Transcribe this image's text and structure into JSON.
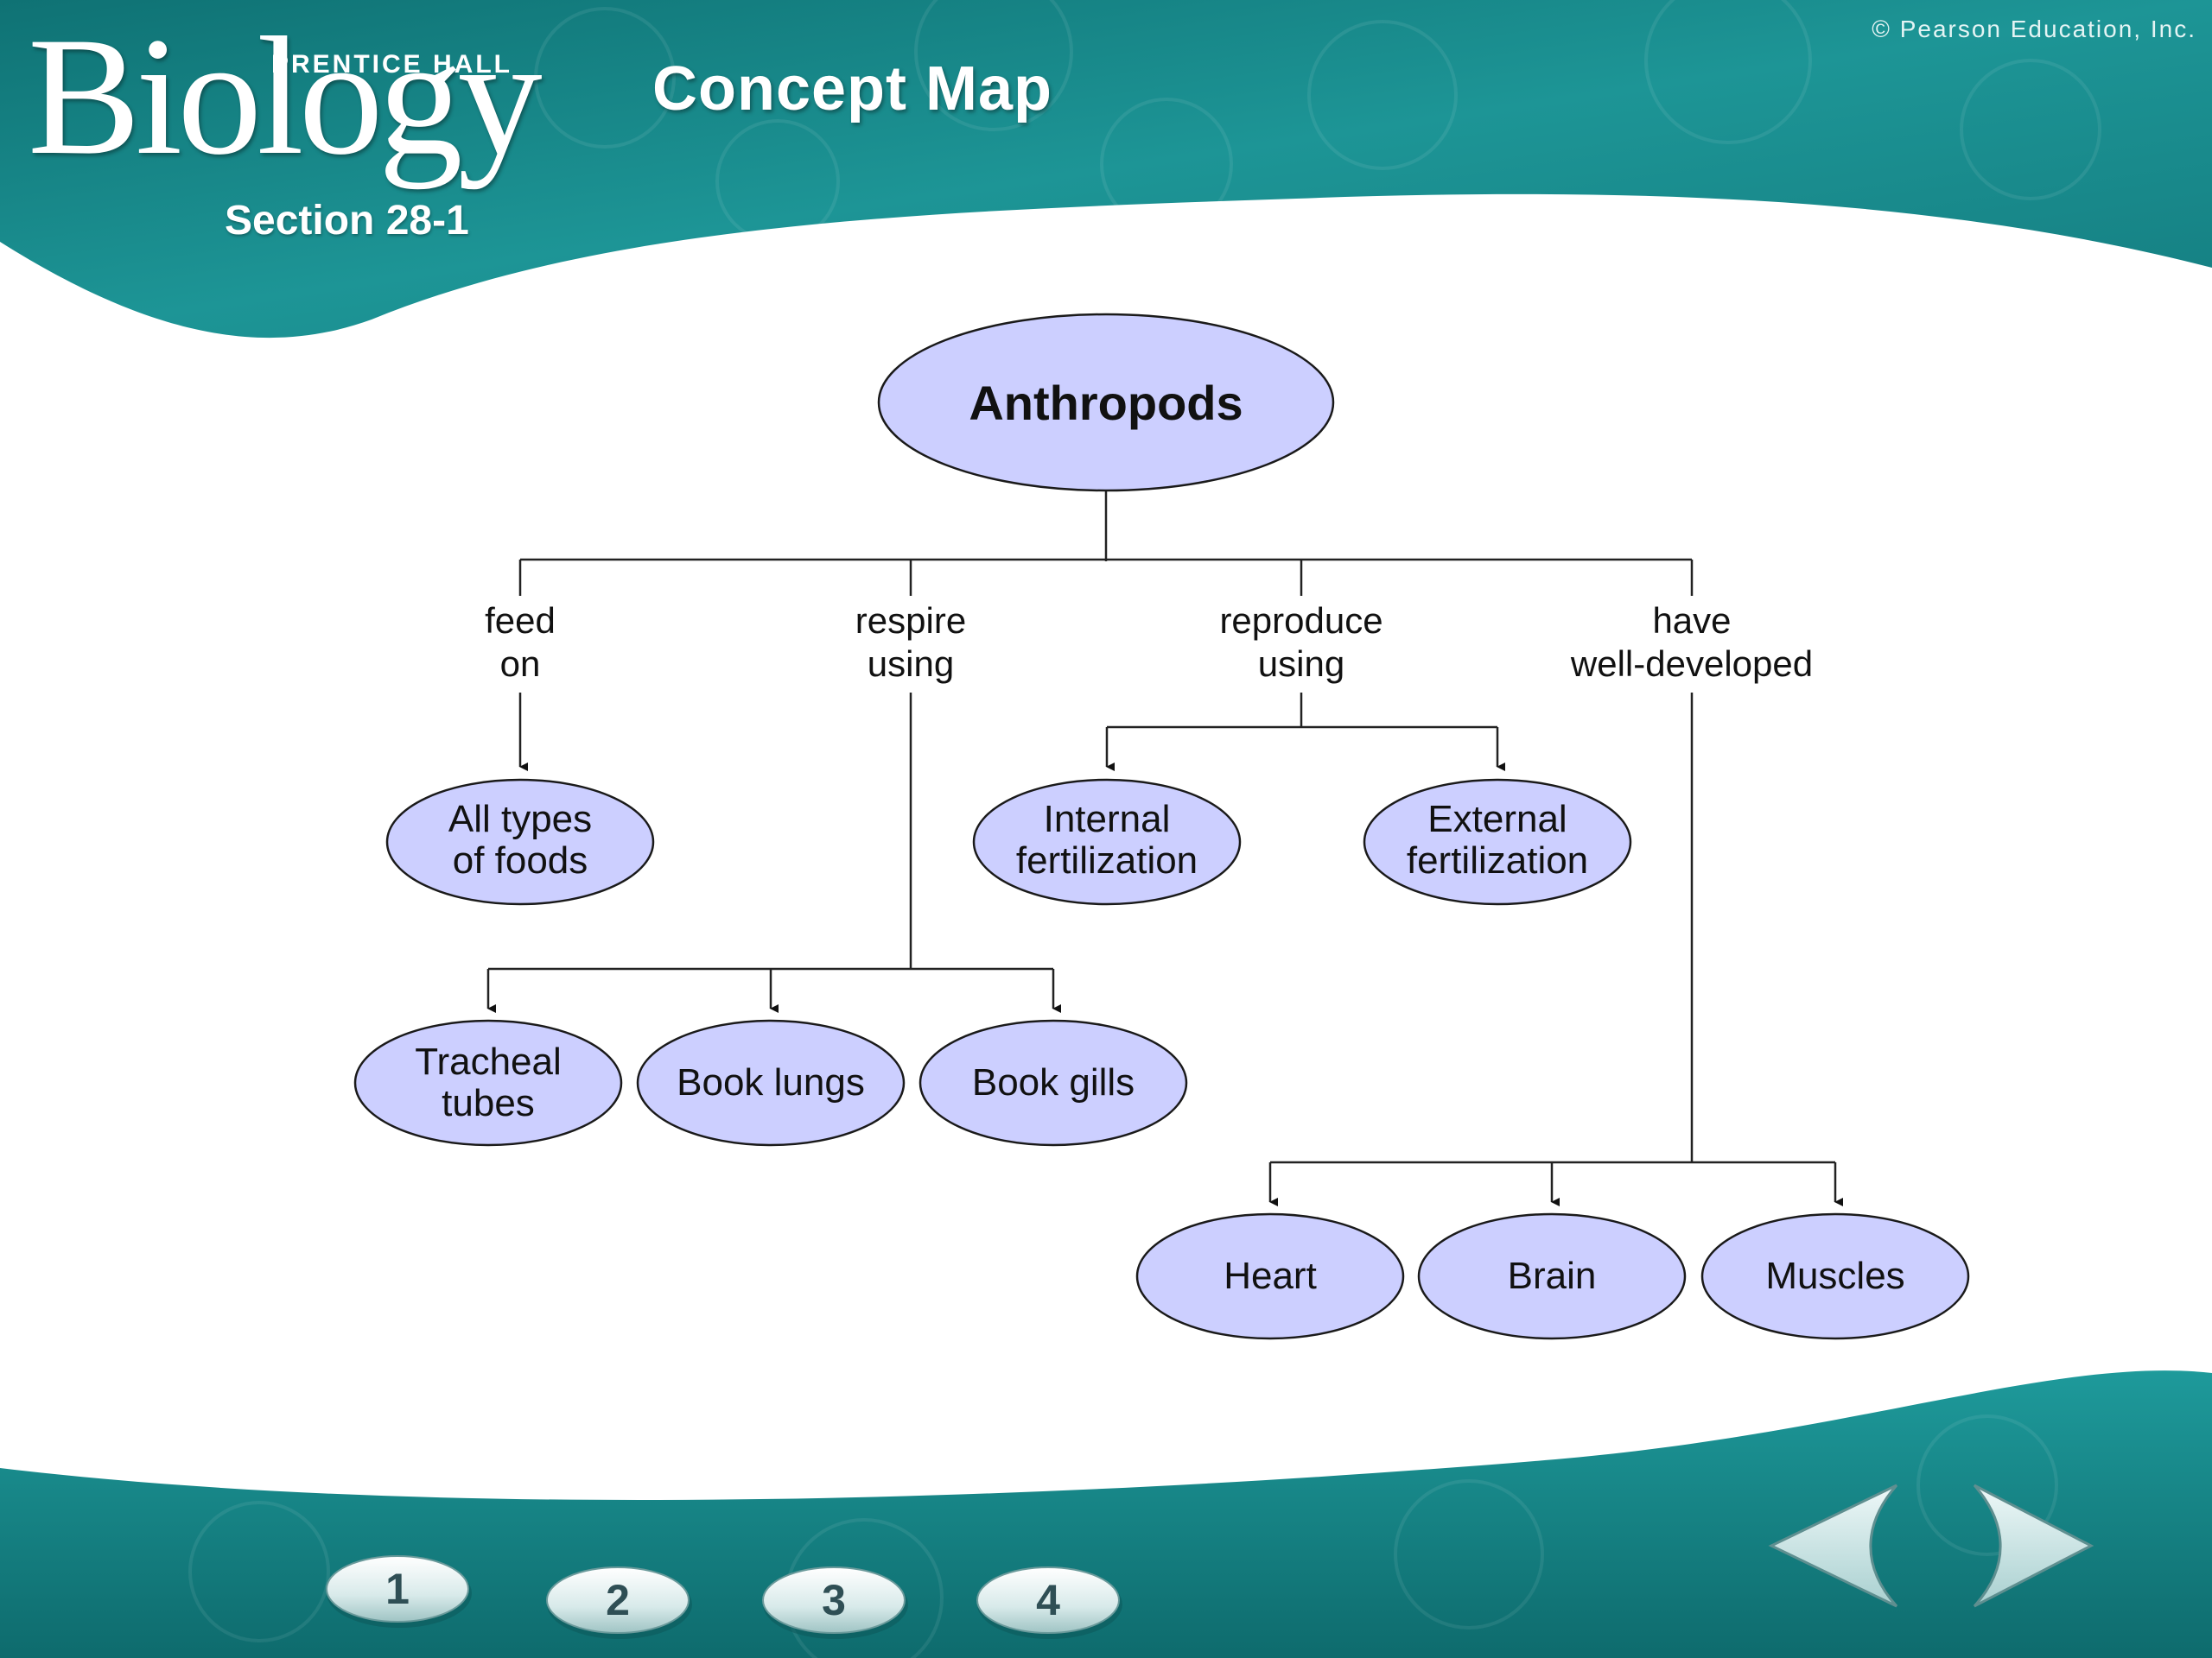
{
  "header": {
    "logo_word": "Biology",
    "logo_publisher": "PRENTICE HALL",
    "section": "Section 28-1",
    "title": "Concept Map",
    "copyright": "© Pearson Education, Inc."
  },
  "colors": {
    "teal": "#1b8f8f",
    "teal_dark": "#0f6d6f",
    "node_fill": "#cccfff"
  },
  "concept_map": {
    "root": "Anthropods",
    "links": [
      {
        "line1": "feed",
        "line2": "on"
      },
      {
        "line1": "respire",
        "line2": "using"
      },
      {
        "line1": "reproduce",
        "line2": "using"
      },
      {
        "line1": "have",
        "line2": "well-developed"
      }
    ],
    "nodes": {
      "foods": {
        "line1": "All types",
        "line2": "of foods"
      },
      "tracheal": {
        "line1": "Tracheal",
        "line2": "tubes"
      },
      "lungs": {
        "label": "Book lungs"
      },
      "gills": {
        "label": "Book gills"
      },
      "internal": {
        "line1": "Internal",
        "line2": "fertilization"
      },
      "external": {
        "line1": "External",
        "line2": "fertilization"
      },
      "heart": {
        "label": "Heart"
      },
      "brain": {
        "label": "Brain"
      },
      "muscles": {
        "label": "Muscles"
      }
    }
  },
  "nav": {
    "pages": [
      "1",
      "2",
      "3",
      "4"
    ],
    "back_icon": "triangle-left-icon",
    "forward_icon": "triangle-right-icon"
  }
}
